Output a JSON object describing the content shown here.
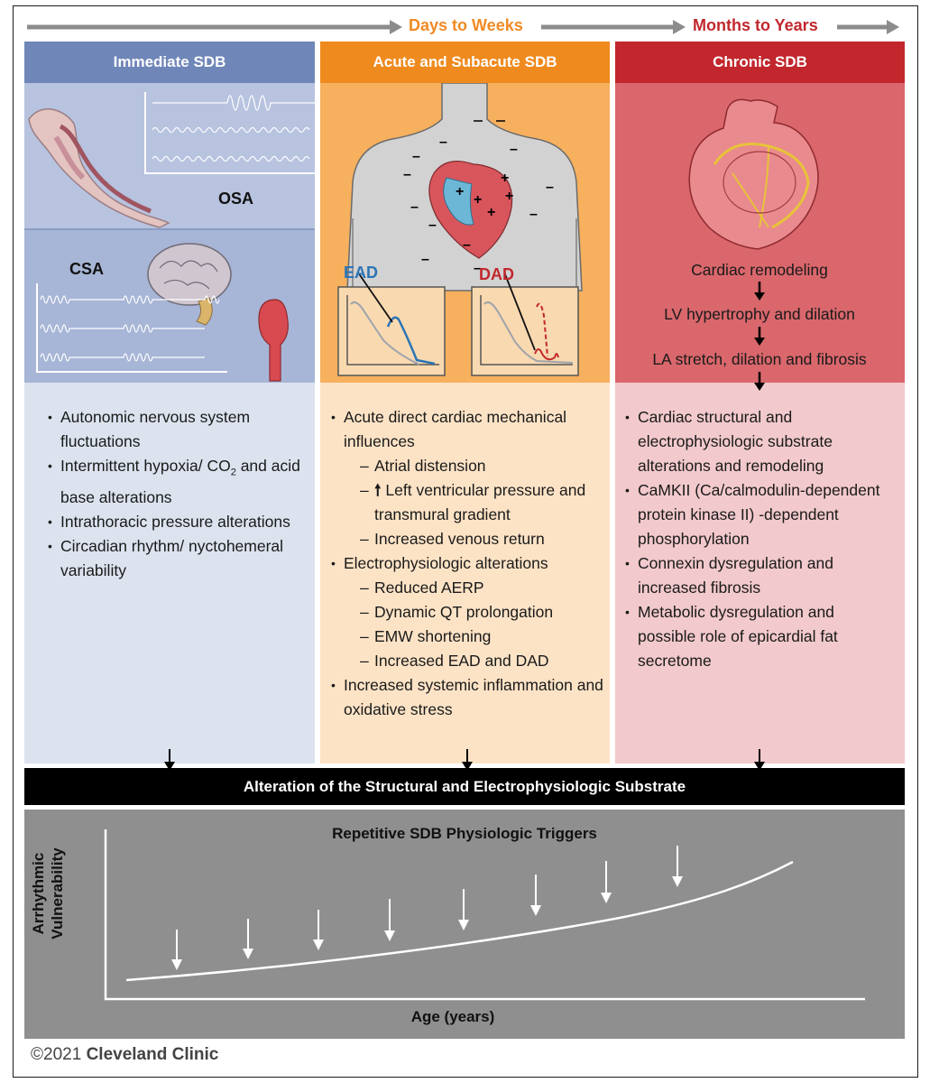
{
  "timeline": {
    "label_days": "Days to Weeks",
    "label_months": "Months to Years",
    "days_color": "#f08a24",
    "months_color": "#c1272d"
  },
  "columns": [
    {
      "title": "Immediate SDB",
      "header_color": "#6f86b8",
      "panel_color": "#a7b5d6",
      "text_bg": "#dce3ef",
      "illustration_labels": {
        "osa": "OSA",
        "csa": "CSA"
      },
      "bullets": [
        {
          "text": "Autonomic nervous system fluctuations"
        },
        {
          "text": "Intermittent hypoxia/ CO",
          "sub": "2",
          "tail": " and acid base alterations"
        },
        {
          "text": "Intrathoracic pressure alterations"
        },
        {
          "text": "Circadian rhythm/ nyctohemeral variability"
        }
      ]
    },
    {
      "title": "Acute and Subacute SDB",
      "header_color": "#ef8a1e",
      "panel_color": "#f6b05e",
      "text_bg": "#fde3c6",
      "illustration_labels": {
        "ead": "EAD",
        "dad": "DAD"
      },
      "items": [
        {
          "type": "bullet",
          "text": "Acute direct cardiac mechanical influences"
        },
        {
          "type": "sub",
          "text": "Atrial distension"
        },
        {
          "type": "sub",
          "text": "Left ventricular pressure and transmural gradient",
          "arrow": "🠕"
        },
        {
          "type": "sub",
          "text": "Increased venous return"
        },
        {
          "type": "bullet",
          "text": "Electrophysiologic alterations"
        },
        {
          "type": "sub",
          "text": "Reduced AERP"
        },
        {
          "type": "sub",
          "text": "Dynamic QT prolongation"
        },
        {
          "type": "sub",
          "text": "EMW shortening"
        },
        {
          "type": "sub",
          "text": "Increased EAD and DAD"
        },
        {
          "type": "bullet",
          "text": "Increased systemic inflammation and oxidative stress"
        }
      ]
    },
    {
      "title": "Chronic SDB",
      "header_color": "#c1272d",
      "panel_color": "#d9676c",
      "text_bg": "#f2c9cc",
      "flow": [
        "Cardiac remodeling",
        "LV hypertrophy and dilation",
        "LA stretch, dilation and fibrosis"
      ],
      "bullets": [
        {
          "text": "Cardiac structural and electrophysiologic substrate alterations and remodeling"
        },
        {
          "text": "CaMKII (Ca/calmodulin-dependent protein kinase II) -dependent phosphorylation"
        },
        {
          "text": "Connexin dysregulation and increased fibrosis"
        },
        {
          "text": "Metabolic dysregulation and possible role of epicardial fat secretome"
        }
      ]
    }
  ],
  "banner": "Alteration of the Structural and Electrophysiologic Substrate",
  "bottom": {
    "title": "Repetitive SDB Physiologic Triggers",
    "ylabel_line1": "Arrhythmic",
    "ylabel_line2": "Vulnerability",
    "xlabel": "Age (years)"
  },
  "copyright": {
    "symbol_year": "©2021",
    "org": "Cleveland Clinic"
  }
}
